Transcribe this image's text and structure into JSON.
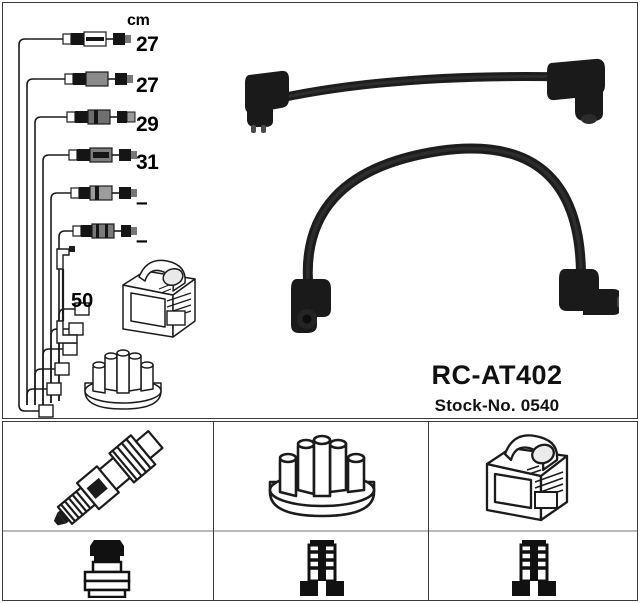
{
  "product": {
    "part_number": "RC-AT402",
    "stock_number": "Stock-No. 0540"
  },
  "measurements": {
    "unit_header": "cm",
    "cable_lengths": [
      "27",
      "27",
      "29",
      "31",
      "–",
      "–"
    ],
    "coil_lead_length": "50"
  },
  "diagram": {
    "schematic_title": "ignition-cable-set-schematic",
    "items": [
      {
        "name": "cable-lead-1",
        "length": "27"
      },
      {
        "name": "cable-lead-2",
        "length": "27"
      },
      {
        "name": "cable-lead-3",
        "length": "29"
      },
      {
        "name": "cable-lead-4",
        "length": "31"
      },
      {
        "name": "cable-lead-5",
        "length": "–"
      },
      {
        "name": "cable-lead-6",
        "length": "–"
      },
      {
        "name": "coil-lead",
        "length": "50"
      }
    ],
    "components": [
      "ignition-coil",
      "distributor-cap"
    ],
    "photos": [
      "ignition-cable-straight",
      "ignition-cable-arched"
    ]
  },
  "legend": {
    "cells": [
      {
        "name": "spark-plug-cell",
        "top_icon": "spark-plug-icon",
        "bottom_icon": "spark-plug-boot-terminal-icon"
      },
      {
        "name": "distributor-cap-cell",
        "top_icon": "distributor-cap-icon",
        "bottom_icon": "distributor-terminal-icon"
      },
      {
        "name": "ignition-coil-cell",
        "top_icon": "ignition-coil-icon",
        "bottom_icon": "coil-terminal-icon"
      }
    ]
  },
  "colors": {
    "ink": "#111111",
    "frame": "#3a3a3a",
    "divider": "#b9b9b9",
    "cable": "#1b1b1b"
  }
}
